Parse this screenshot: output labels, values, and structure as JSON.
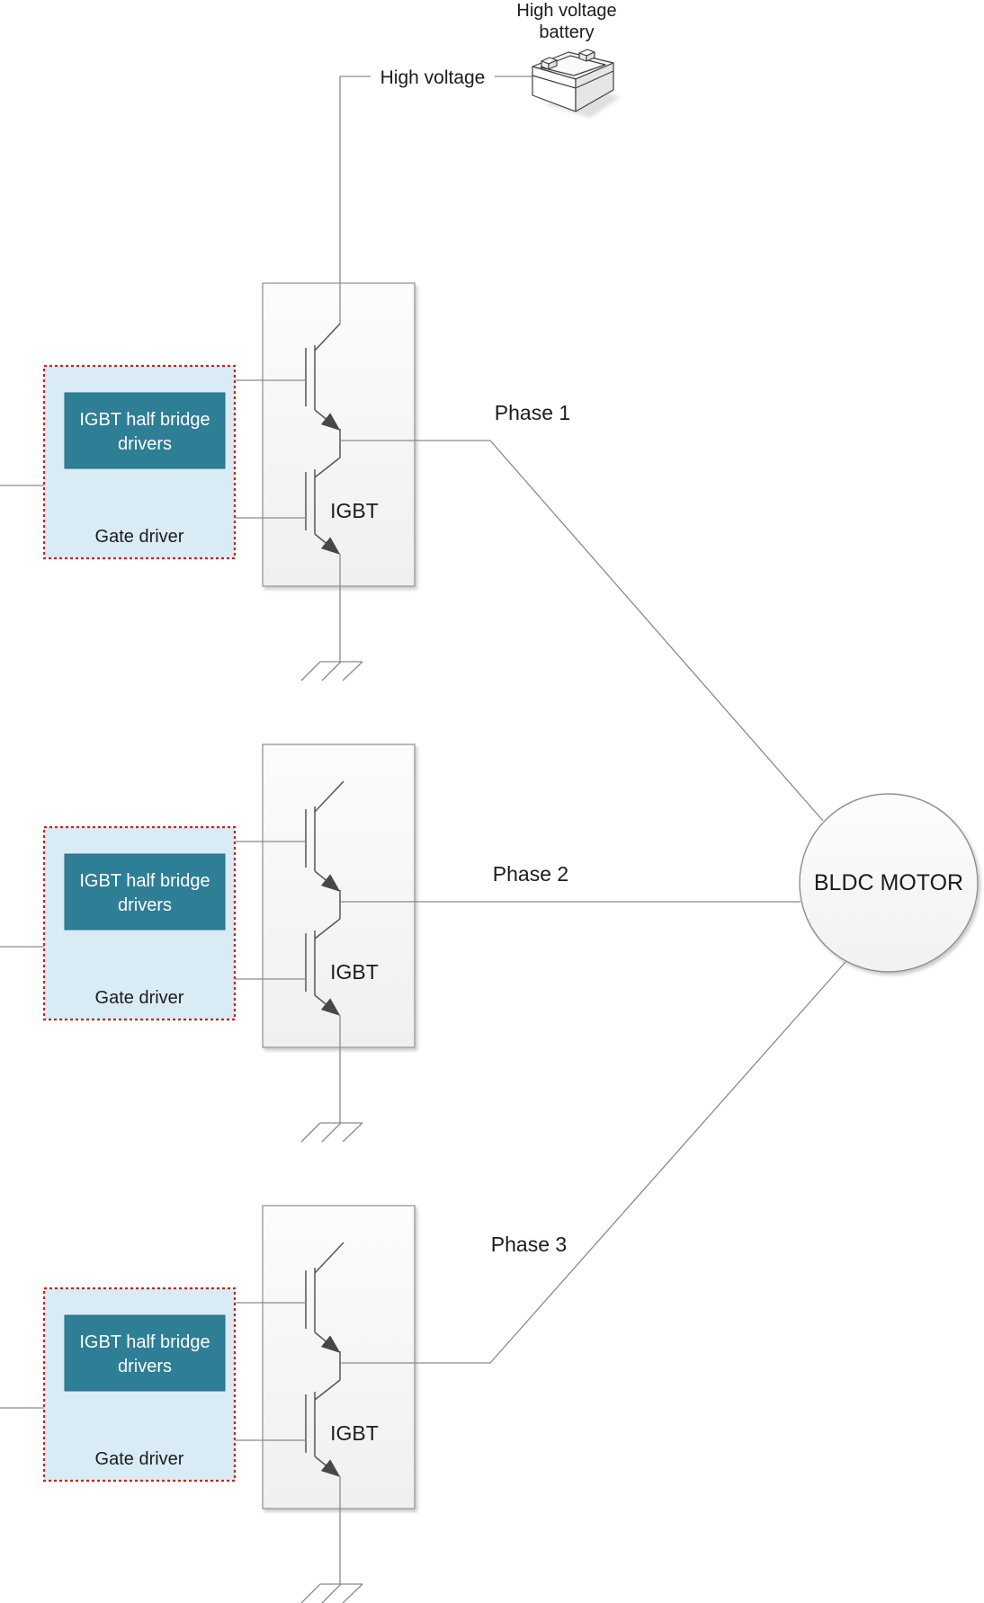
{
  "colors": {
    "driver_ic_teal": "#2e7e96",
    "gate_driver_bg": "#d9ebf5",
    "gate_driver_dashed_border": "#c9231f",
    "wire_gray": "#8a8a8a",
    "module_border_gray": "#9c9c9c",
    "symbol_gray": "#565656",
    "arrow_fill": "#474747",
    "text_color": "#1c1c1c",
    "module_fill": "#f5f5f5"
  },
  "battery": {
    "label_line1": "High voltage",
    "label_line2": "battery"
  },
  "bus": {
    "high_voltage_label": "High voltage"
  },
  "phases": [
    {
      "label": "Phase 1"
    },
    {
      "label": "Phase 2"
    },
    {
      "label": "Phase 3"
    }
  ],
  "blocks": [
    {
      "driver_line1": "IGBT half bridge",
      "driver_line2": "drivers",
      "gate_driver_label": "Gate driver",
      "igbt_label": "IGBT"
    },
    {
      "driver_line1": "IGBT half bridge",
      "driver_line2": "drivers",
      "gate_driver_label": "Gate driver",
      "igbt_label": "IGBT"
    },
    {
      "driver_line1": "IGBT half bridge",
      "driver_line2": "drivers",
      "gate_driver_label": "Gate driver",
      "igbt_label": "IGBT"
    }
  ],
  "motor": {
    "label": "BLDC MOTOR"
  }
}
